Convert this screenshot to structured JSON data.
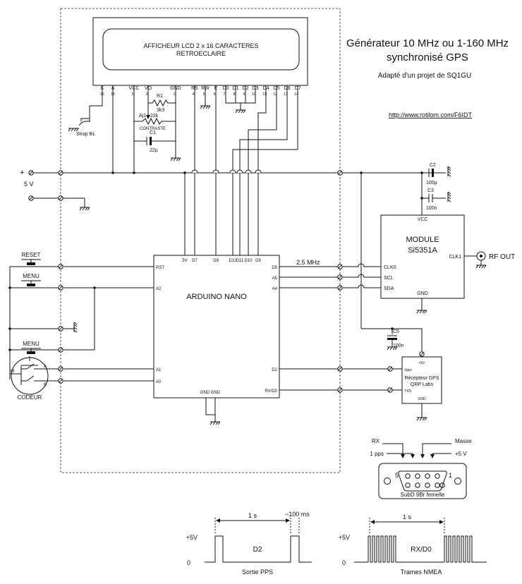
{
  "title": {
    "line1": "Générateur 10 MHz ou 1-160 MHz",
    "line2": "synchronisé GPS",
    "subtitle": "Adapté d'un projet de SQ1GU",
    "url": "http://www.rotilom.com/F6IDT"
  },
  "lcd": {
    "line1": "AFFICHEUR LCD 2 x 16 CARACTERES",
    "line2": "RETROECLAIRE",
    "pins": [
      {
        "name": "K",
        "num": "16"
      },
      {
        "name": "A",
        "num": "15"
      },
      {
        "name": "VCC",
        "num": "2"
      },
      {
        "name": "VO",
        "num": "3"
      },
      {
        "name": "GND",
        "num": "1"
      },
      {
        "name": "RS",
        "num": "4"
      },
      {
        "name": "RW",
        "num": "5"
      },
      {
        "name": "E",
        "num": "6"
      },
      {
        "name": "D0",
        "num": "7"
      },
      {
        "name": "D1",
        "num": "8"
      },
      {
        "name": "D2",
        "num": "9"
      },
      {
        "name": "D3",
        "num": "10"
      },
      {
        "name": "D4",
        "num": "11"
      },
      {
        "name": "D5",
        "num": "12"
      },
      {
        "name": "D6",
        "num": "13"
      },
      {
        "name": "D7",
        "num": "14"
      }
    ]
  },
  "components": {
    "r1_name": "R1",
    "r1_value": "3k3",
    "aj1_name": "Aj1",
    "aj1_value": "22k",
    "aj1_label": "CONTRASTE",
    "c1_name": "C1",
    "c1_value": "22µ",
    "strap": "Strap BL",
    "c2_name": "C2",
    "c2_value": "100µ",
    "c3_name": "C3",
    "c3_value": "100n",
    "c5_name": "C5",
    "c5_value": "100n"
  },
  "power": {
    "plus": "+",
    "label": "5 V"
  },
  "switches": {
    "reset": "RESET",
    "menu": "MENU",
    "menu2": "MENU",
    "encoder": "CODEUR",
    "enc_m": "M",
    "enc_a": "A",
    "enc_b": "B"
  },
  "arduino": {
    "name": "ARDUINO NANO",
    "top_pins": [
      "5V",
      "D7",
      "D8",
      "D12",
      "D11",
      "D10",
      "D9"
    ],
    "left_pins": [
      "RST",
      "A2",
      "A1",
      "A0"
    ],
    "right_pins": [
      "D5",
      "A5",
      "A4",
      "D2",
      "RX/D0"
    ],
    "bottom": "GND GND"
  },
  "freq_label": "2,5 MHz",
  "module": {
    "line1": "MODULE",
    "line2": "Si5351A",
    "vcc": "VCC",
    "gnd": "GND",
    "clk0": "CLK0",
    "scl": "SCL",
    "sda": "SDA",
    "clk1": "CLK1",
    "rf_out": "RF OUT"
  },
  "gps": {
    "line1": "Récepteur GPS",
    "line2": "QRP Labs",
    "plus5v": "+5V",
    "pps": "1pps",
    "txd": "TXD",
    "gnd": "GND"
  },
  "connector": {
    "rx": "RX",
    "masse": "Masse",
    "pps": "1 pps",
    "plus5v": "+5 V",
    "pin5": "5",
    "pin1": "1",
    "label": "SubD 9Br femelle"
  },
  "pps_timing": {
    "plus5v": "+5V",
    "zero": "0",
    "period": "1 s",
    "pulse": "~100 ms",
    "signal": "D2",
    "caption": "Sortie PPS"
  },
  "nmea_timing": {
    "plus5v": "+5V",
    "zero": "0",
    "period": "1 s",
    "signal": "RX/D0",
    "caption": "Trames NMEA"
  }
}
